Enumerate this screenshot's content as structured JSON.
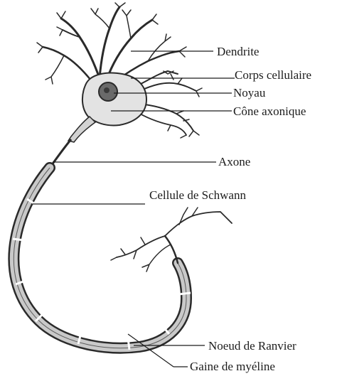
{
  "labels": {
    "dendrite": "Dendrite",
    "corps_cellulaire": "Corps cellulaire",
    "noyau": "Noyau",
    "cone_axonique": "Cône axonique",
    "axone": "Axone",
    "cellule_schwann": "Cellule de Schwann",
    "noeud_ranvier": "Noeud de Ranvier",
    "gaine_myeline": "Gaine de myéline"
  },
  "colors": {
    "ink": "#1c1c1c",
    "soma_fill": "#e3e3e3",
    "nucleus_fill": "#6a6a6a",
    "myelin_fill": "#c9c9c9"
  }
}
